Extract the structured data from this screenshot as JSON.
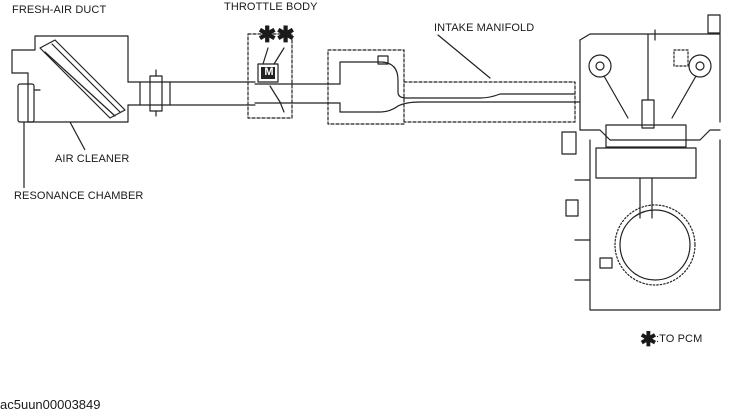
{
  "labels": {
    "fresh_air_duct": "FRESH-AIR DUCT",
    "throttle_body": "THROTTLE BODY",
    "intake_manifold": "INTAKE MANIFOLD",
    "air_cleaner": "AIR CLEANER",
    "resonance_chamber": "RESONANCE CHAMBER"
  },
  "markers": {
    "throttle_asterisks": "✱✱",
    "motor": "M"
  },
  "legend": {
    "symbol": "✱",
    "text": ":TO PCM"
  },
  "figure_code": "ac5uun00003849"
}
